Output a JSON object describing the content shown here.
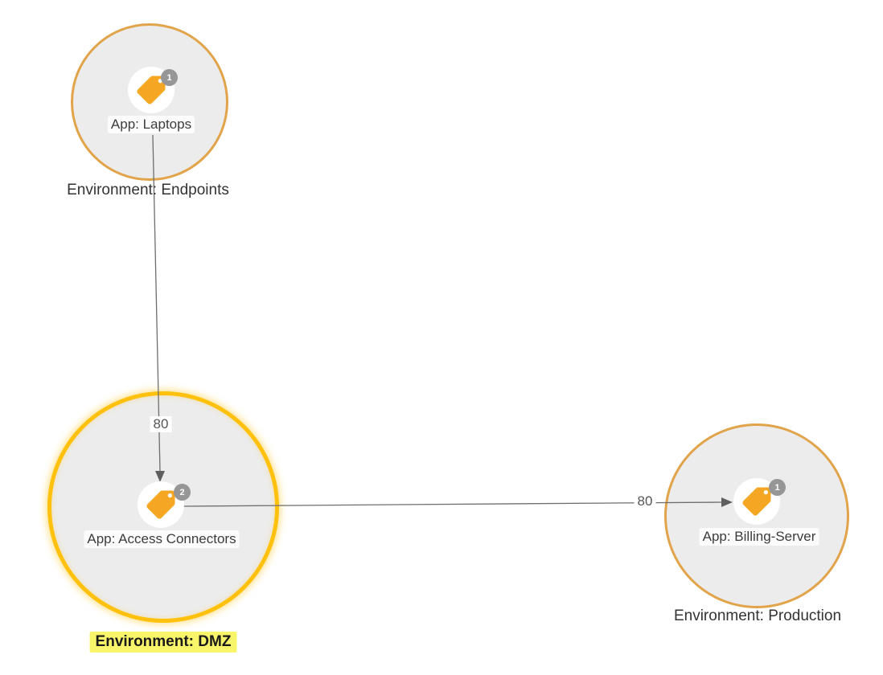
{
  "diagram": {
    "title": "application-dependency-map",
    "nodes": [
      {
        "id": "laptops",
        "app_label": "App: Laptops",
        "env_label": "Environment: Endpoints",
        "badge_count": "1",
        "highlighted": false
      },
      {
        "id": "access-connectors",
        "app_label": "App: Access Connectors",
        "env_label": "Environment: DMZ",
        "badge_count": "2",
        "highlighted": true
      },
      {
        "id": "billing-server",
        "app_label": "App: Billing-Server",
        "env_label": "Environment: Production",
        "badge_count": "1",
        "highlighted": false
      }
    ],
    "edges": [
      {
        "from": "laptops",
        "to": "access-connectors",
        "port_label": "80"
      },
      {
        "from": "access-connectors",
        "to": "billing-server",
        "port_label": "80"
      }
    ],
    "icons": {
      "node_icon": "tag-icon",
      "badge_icon": "count-badge"
    },
    "colors": {
      "circle_fill": "#ececec",
      "circle_border": "#e2a44a",
      "highlight_border": "#ffc10d",
      "tag_orange": "#f5a623",
      "badge_gray": "#969696",
      "edge_gray": "#6e6e6e",
      "label_highlight_yellow": "#f9f56b"
    }
  }
}
